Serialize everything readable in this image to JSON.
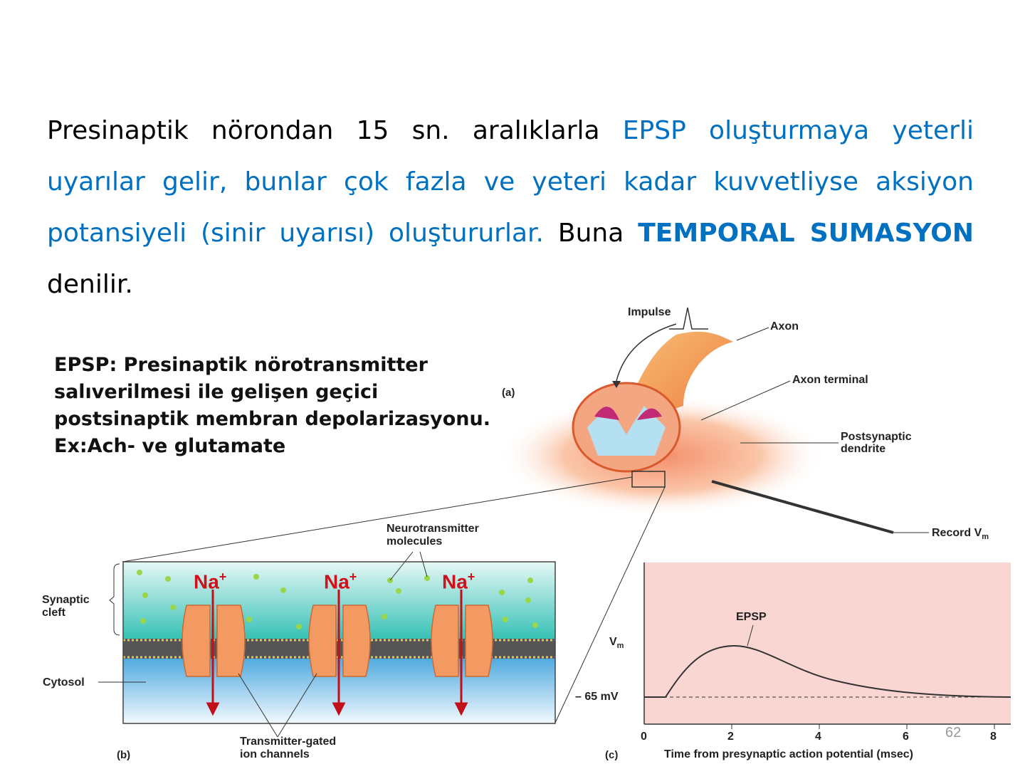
{
  "slide": {
    "paragraph": {
      "part1": "Presinaptik nörondan 15 sn. aralıklarla ",
      "part2": "EPSP oluşturmaya yeterli uyarılar gelir, bunlar çok fazla ve yeteri kadar kuvvetliyse aksiyon potansiyeli (sinir uyarısı) oluştururlar.",
      "part3": " Buna ",
      "part4": "TEMPORAL SUMASYON",
      "part5": " denilir."
    },
    "definition": {
      "term": "EPSP",
      "line1": ": Presinaptik nörotransmitter",
      "line2": "salıverilmesi ile gelişen geçici",
      "line3": "postsinaptik membran depolarizasyonu.",
      "line4": "Ex:Ach- ve  glutamate"
    },
    "page_number": "62",
    "colors": {
      "accent_blue": "#0070c0",
      "na_red": "#d0101a",
      "graph_bg": "#f9d6d2"
    }
  },
  "figure": {
    "panel_a": {
      "tag": "(a)",
      "labels": [
        "Impulse",
        "Axon",
        "Axon terminal",
        "Postsynaptic",
        "dendrite",
        "Record V",
        "m"
      ]
    },
    "panel_b": {
      "tag": "(b)",
      "neurotransmitter_label": [
        "Neurotransmitter",
        "molecules"
      ],
      "synaptic_cleft_label": [
        "Synaptic",
        "cleft"
      ],
      "cytosol_label": "Cytosol",
      "channel_label": [
        "Transmitter-gated",
        "ion channels"
      ],
      "ion": "Na",
      "ion_charge": "+"
    },
    "panel_c": {
      "tag": "(c)",
      "ylabel": "V",
      "ylabel_sub": "m",
      "baseline_label": "– 65 mV",
      "curve_label": "EPSP",
      "xlabel": "Time from presynaptic action potential (msec)",
      "xticks": [
        "0",
        "2",
        "4",
        "6",
        "8"
      ]
    }
  },
  "chart_data": {
    "type": "line",
    "title": "EPSP",
    "xlabel": "Time from presynaptic action potential (msec)",
    "ylabel": "Vm",
    "x": [
      0,
      0.5,
      1,
      1.5,
      2,
      2.5,
      3,
      4,
      5,
      6,
      7,
      8
    ],
    "series": [
      {
        "name": "Vm (relative to -65 mV baseline)",
        "values": [
          0,
          0,
          0.5,
          0.85,
          1.0,
          0.98,
          0.85,
          0.5,
          0.25,
          0.1,
          0.03,
          0
        ]
      }
    ],
    "baseline": "-65 mV",
    "xlim": [
      0,
      8.4
    ]
  }
}
